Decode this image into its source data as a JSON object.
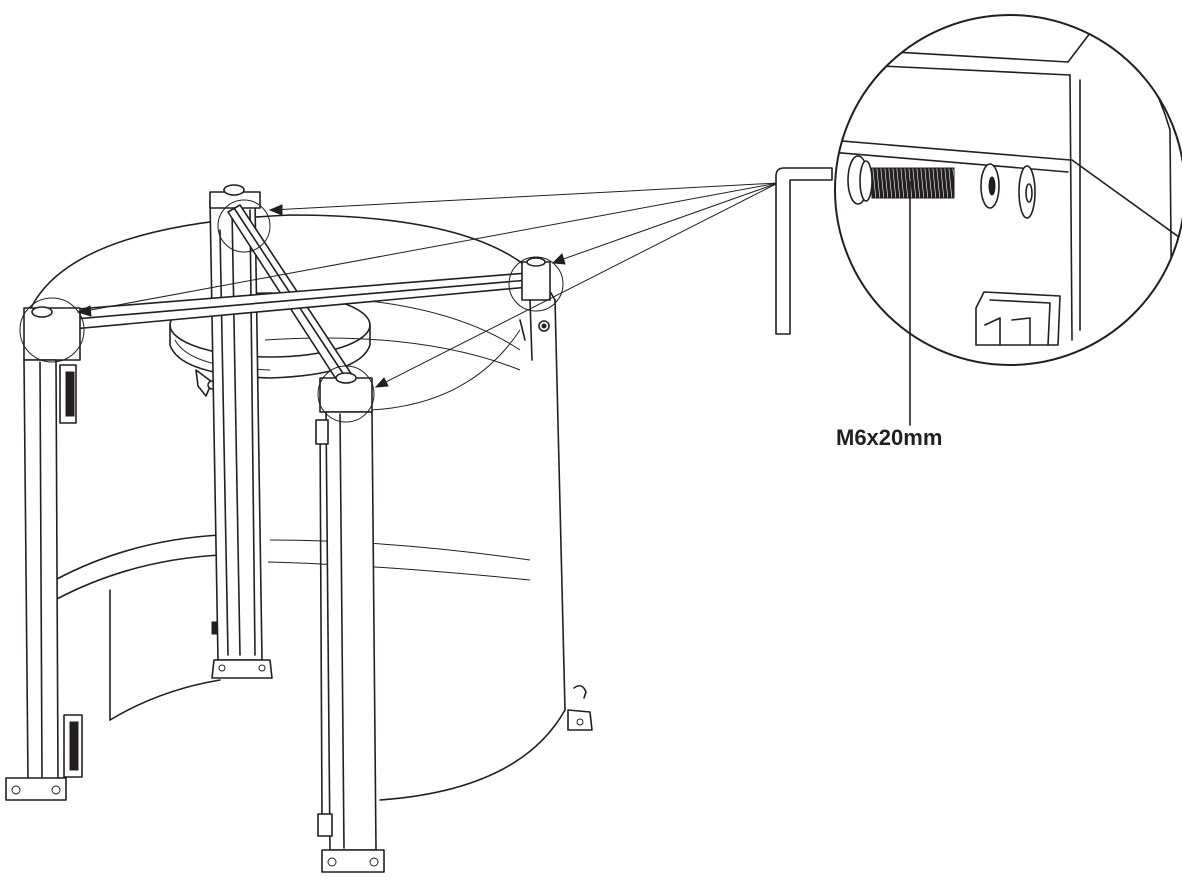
{
  "diagram": {
    "callout": {
      "label": "M6x20mm"
    },
    "colors": {
      "ink": "#231f20",
      "paper": "#ffffff"
    },
    "parts": [
      "frame-leg",
      "cross-bar",
      "top-ring",
      "cylinder-shell",
      "wing-nut",
      "hex-key",
      "bolt",
      "washer"
    ]
  }
}
